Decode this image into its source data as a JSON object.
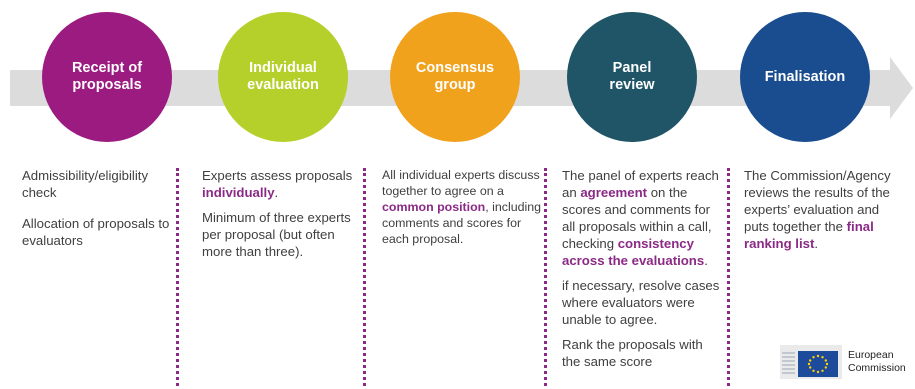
{
  "stages": [
    {
      "label": "Receipt of\nproposals",
      "color": "#9b1b81"
    },
    {
      "label": "Individual\nevaluation",
      "color": "#b5d02a"
    },
    {
      "label": "Consensus\ngroup",
      "color": "#f1a21c"
    },
    {
      "label": "Panel\nreview",
      "color": "#1f5566"
    },
    {
      "label": "Finalisation",
      "color": "#1a4d8f"
    }
  ],
  "col1": {
    "p1": "Admissibility/eligibility check",
    "p2": "Allocation of proposals to evaluators"
  },
  "col2": {
    "p1_a": "Experts assess proposals ",
    "p1_hl": "individually",
    "p1_b": ".",
    "p2": "Minimum of three experts per proposal (but often more than three)."
  },
  "col3": {
    "p1_a": "All individual experts discuss together to agree on a ",
    "p1_hl": "common position",
    "p1_b": ", including comments and scores for each proposal."
  },
  "col4": {
    "p1_a": "The panel of experts reach an ",
    "p1_hl1": "agreement",
    "p1_b": " on the scores and comments for all proposals within a call, checking ",
    "p1_hl2": "consistency across the evaluations",
    "p1_c": ".",
    "p2": "if necessary, resolve cases where evaluators were unable to agree.",
    "p3": "Rank the proposals with the same score"
  },
  "col5": {
    "p1_a": "The Commission/Agency reviews the results of the experts’ evaluation and puts together the ",
    "p1_hl": "final ranking list",
    "p1_b": "."
  },
  "logo": {
    "line1": "European",
    "line2": "Commission"
  }
}
